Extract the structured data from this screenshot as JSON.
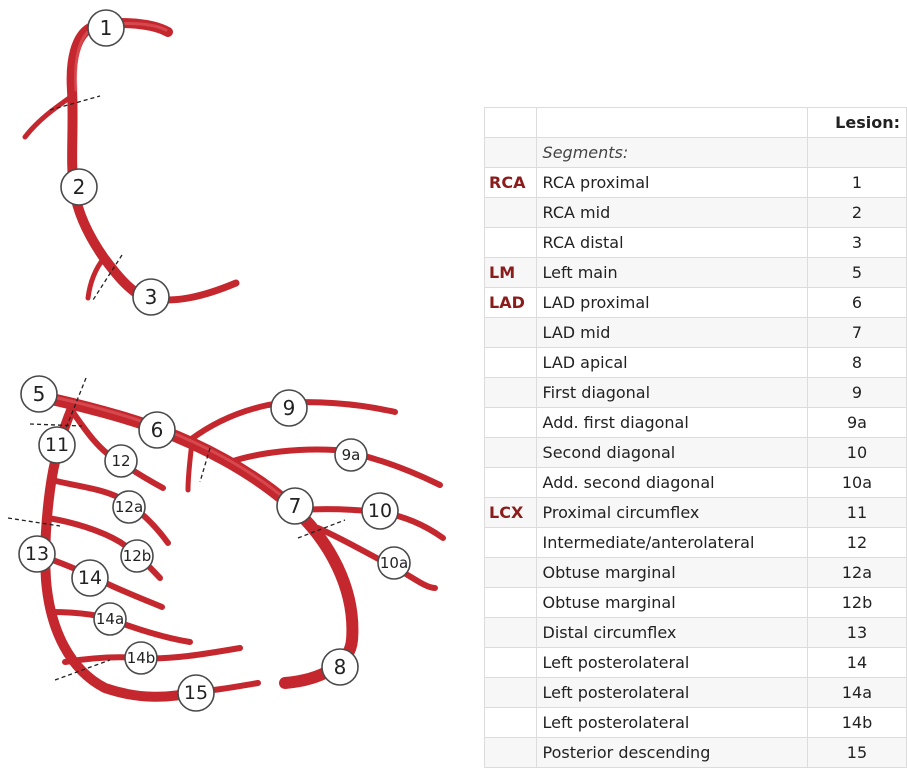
{
  "diagram": {
    "labels": [
      "1",
      "2",
      "3",
      "5",
      "11",
      "12",
      "12a",
      "12b",
      "13",
      "14",
      "14a",
      "14b",
      "15",
      "6",
      "9",
      "9a",
      "7",
      "10",
      "10a",
      "8"
    ]
  },
  "table": {
    "header": {
      "group": "",
      "segment": "",
      "lesion": "Lesion:"
    },
    "subheader": "Segments:",
    "rows": [
      {
        "group": "RCA",
        "segment": "RCA proximal",
        "lesion": "1"
      },
      {
        "group": "",
        "segment": "RCA mid",
        "lesion": "2"
      },
      {
        "group": "",
        "segment": "RCA distal",
        "lesion": "3"
      },
      {
        "group": "LM",
        "segment": "Left main",
        "lesion": "5"
      },
      {
        "group": "LAD",
        "segment": "LAD proximal",
        "lesion": "6"
      },
      {
        "group": "",
        "segment": "LAD mid",
        "lesion": "7"
      },
      {
        "group": "",
        "segment": "LAD apical",
        "lesion": "8"
      },
      {
        "group": "",
        "segment": "First diagonal",
        "lesion": "9"
      },
      {
        "group": "",
        "segment": "Add. first diagonal",
        "lesion": "9a"
      },
      {
        "group": "",
        "segment": "Second diagonal",
        "lesion": "10"
      },
      {
        "group": "",
        "segment": "Add. second diagonal",
        "lesion": "10a"
      },
      {
        "group": "LCX",
        "segment": "Proximal circumflex",
        "lesion": "11"
      },
      {
        "group": "",
        "segment": "Intermediate/anterolateral",
        "lesion": "12"
      },
      {
        "group": "",
        "segment": "Obtuse marginal",
        "lesion": "12a"
      },
      {
        "group": "",
        "segment": "Obtuse marginal",
        "lesion": "12b"
      },
      {
        "group": "",
        "segment": "Distal circumflex",
        "lesion": "13"
      },
      {
        "group": "",
        "segment": "Left posterolateral",
        "lesion": "14"
      },
      {
        "group": "",
        "segment": "Left posterolateral",
        "lesion": "14a"
      },
      {
        "group": "",
        "segment": "Left posterolateral",
        "lesion": "14b"
      },
      {
        "group": "",
        "segment": "Posterior descending",
        "lesion": "15"
      }
    ]
  },
  "colors": {
    "vessel": "#c4282e",
    "group_label": "#8b1c1c"
  }
}
